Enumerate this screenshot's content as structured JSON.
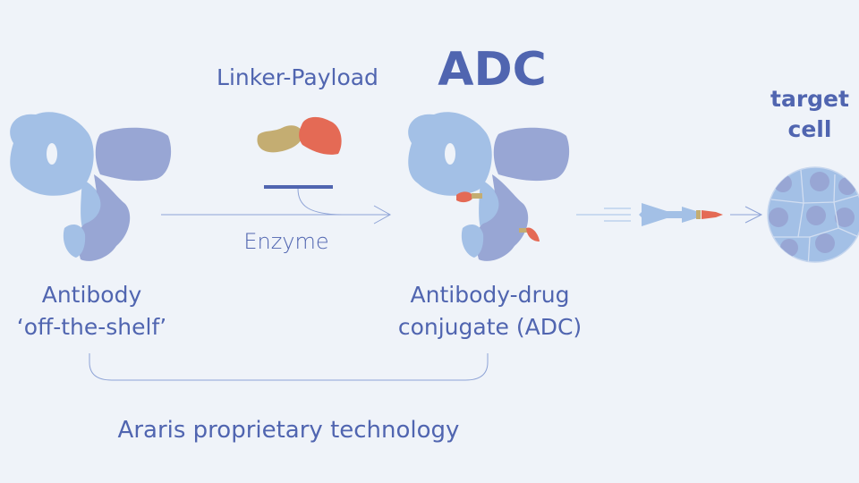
{
  "labels": {
    "linker_payload": "Linker-Payload",
    "adc_title": "ADC",
    "target_cell_line1": "target",
    "target_cell_line2": "cell",
    "enzyme": "Enzyme",
    "antibody_line1": "Antibody",
    "antibody_line2": "‘off-the-shelf’",
    "adc_line1": "Antibody-drug",
    "adc_line2": "conjugate (ADC)",
    "technology": "Araris proprietary technology"
  },
  "colors": {
    "background": "#eff3f9",
    "text": "#5065b0",
    "light_chain": "#a3c0e6",
    "heavy_chain": "#98a6d4",
    "linker": "#c4ad72",
    "payload": "#e46a55",
    "line": "#8ea3d6"
  }
}
